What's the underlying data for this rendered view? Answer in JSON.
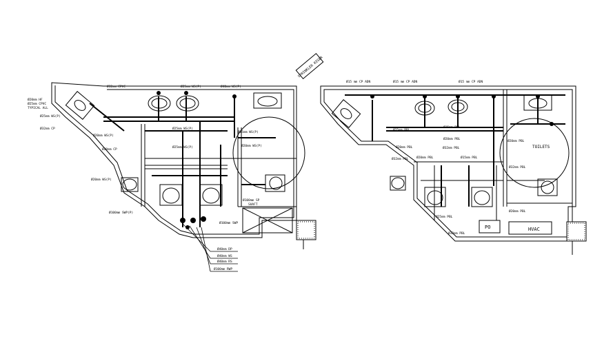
{
  "drawing": {
    "left_plan": {
      "stamp_text": "SPRINKLER RISER",
      "labels": {
        "top_1": "Ø32mm CPVC",
        "top_2": "Ø25mm WS(P)",
        "top_3": "Ø40mm WS(P)",
        "left_1": "Ø20mm HF",
        "left_2": "Ø25mm CPVC",
        "left_3": "TYPICAL ALL",
        "mid_1": "Ø25mm WS(P)",
        "mid_2": "Ø32mm CP",
        "mid_3": "Ø20mm WS(P)",
        "mid_4": "Ø20mm CP",
        "mid_5": "Ø20mm WS(P)",
        "mid_6": "Ø25mm WS(P)",
        "mid_7": "Ø25mm WS(P)",
        "right_1": "Ø25mm WS(P)",
        "right_2": "Ø20mm WS(P)",
        "right_3": "Ø100mm SP",
        "right_4": "SHAFT",
        "bot_1": "Ø100mm SWP(P)",
        "bot_2": "Ø40mm DP",
        "bot_3": "Ø40mm WS",
        "bot_4": "Ø40mm RS",
        "bot_5": "Ø100mm SWP",
        "bot_6": "Ø100mm RWP"
      }
    },
    "right_plan": {
      "labels": {
        "top_1": "Ø15 mm CP ADN",
        "top_2": "Ø15 mm CP ADN",
        "top_3": "Ø15 mm CP ADN",
        "r1": "Ø25mm PBL",
        "r2": "Ø20mm PBL",
        "r3": "Ø32mm PBL",
        "r4": "Ø20mm PBL",
        "r5": "Ø15mm PBL",
        "r6": "Ø20mm PBL",
        "r7": "Ø32mm PBL",
        "r8": "Ø15mm PBL",
        "r9": "Ø20mm PBL",
        "r10": "Ø32mm PBL",
        "r11": "Ø25mm PBL",
        "r12": "Ø20mm PBL",
        "r13": "Ø32mm PBL",
        "toilets": "TOILETS",
        "hvac": "HVAC",
        "po": "PO"
      }
    }
  }
}
